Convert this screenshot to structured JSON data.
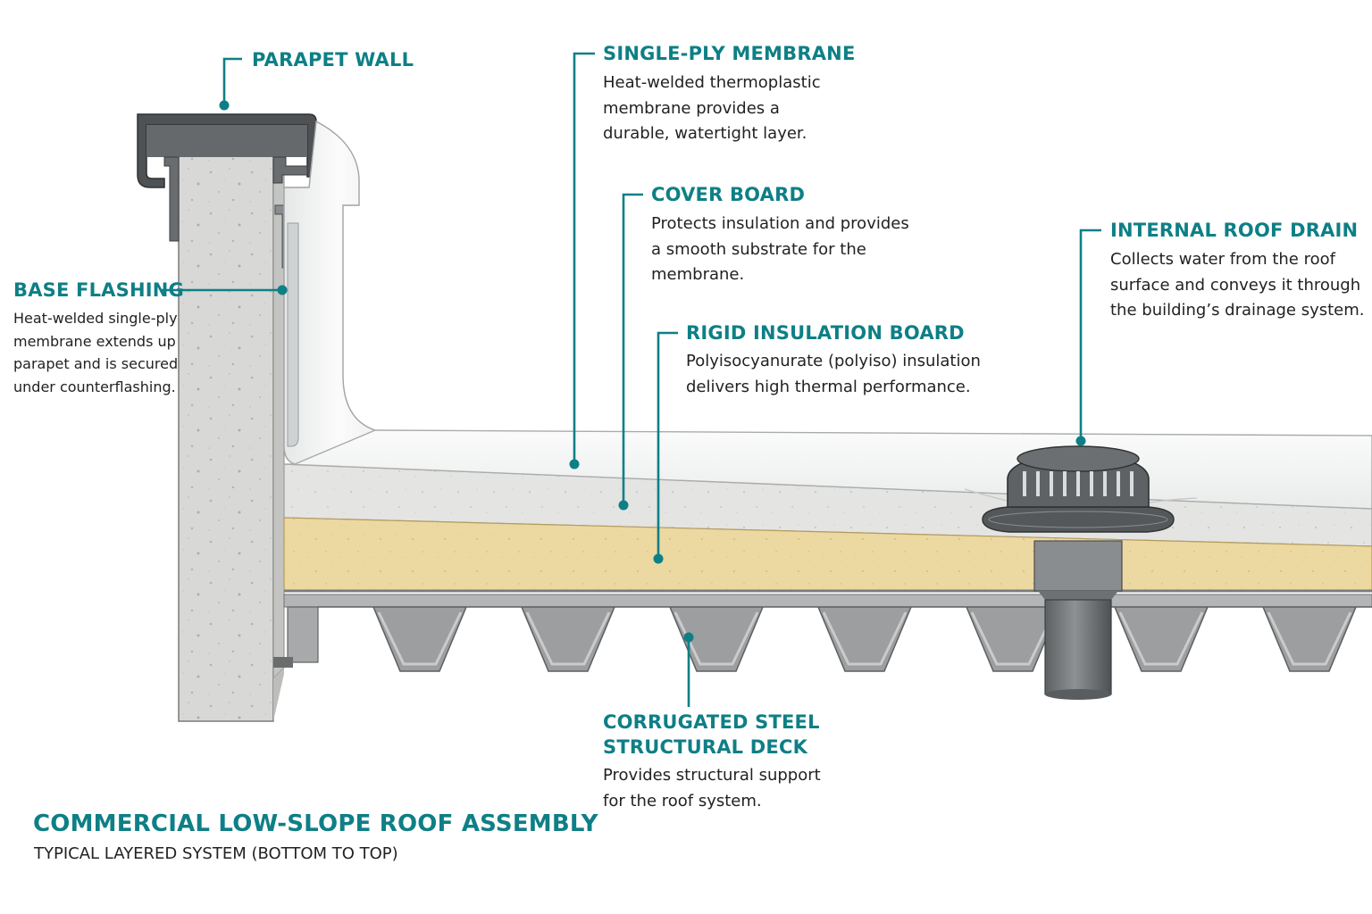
{
  "callouts": {
    "parapet_wall": {
      "title": "PARAPET WALL"
    },
    "single_ply_membrane": {
      "title": "SINGLE-PLY MEMBRANE",
      "lines": [
        "Heat-welded thermoplastic",
        "membrane provides a",
        "durable, watertight layer."
      ]
    },
    "cover_board": {
      "title": "COVER BOARD",
      "lines": [
        "Protects insulation and provides",
        "a smooth substrate for the",
        "membrane."
      ]
    },
    "internal_roof_drain": {
      "title": "INTERNAL ROOF DRAIN",
      "lines": [
        "Collects water from the roof",
        "surface and conveys it through",
        "the building’s drainage system."
      ]
    },
    "base_flashing": {
      "title": "BASE FLASHING",
      "lines": [
        "Heat-welded single-ply",
        "membrane extends up",
        "parapet and is secured",
        "under counterflashing."
      ]
    },
    "rigid_insulation_board": {
      "title": "RIGID INSULATION BOARD",
      "lines": [
        "Polyisocyanurate (polyiso) insulation",
        "delivers high thermal performance."
      ]
    },
    "corrugated_steel_deck": {
      "title_lines": [
        "CORRUGATED STEEL",
        "STRUCTURAL DECK"
      ],
      "lines": [
        "Provides structural support",
        "for the roof system."
      ]
    }
  },
  "footer": {
    "title": "COMMERCIAL LOW-SLOPE ROOF ASSEMBLY",
    "subtitle": "TYPICAL LAYERED SYSTEM (BOTTOM TO TOP)"
  },
  "colors": {
    "accent": "#0e7f86",
    "concrete": "#d9d9d9",
    "insulation": "#ecd9a2",
    "membrane": "#f4f5f5",
    "steel_deck": "#9a9c9e",
    "drain": "#4a4c4e"
  }
}
